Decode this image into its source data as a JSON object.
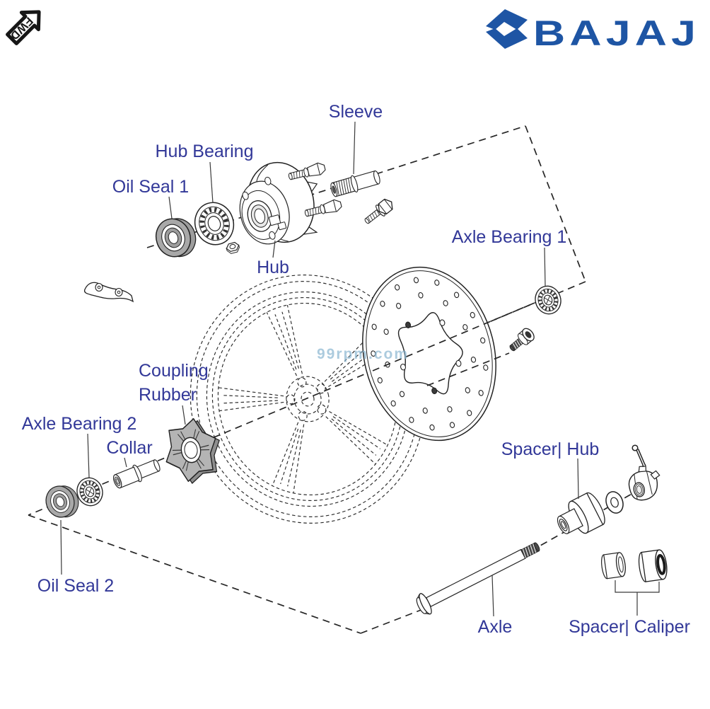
{
  "branding": {
    "fwd_badge": "FWD",
    "wordmark": "BAJAJ"
  },
  "watermark": {
    "text": "99rpm.com"
  },
  "labels": {
    "sleeve": "Sleeve",
    "hub_bearing": "Hub Bearing",
    "oil_seal_1": "Oil Seal 1",
    "hub": "Hub",
    "axle_bearing_1": "Axle Bearing 1",
    "coupling_rubber_line1": "Coupling",
    "coupling_rubber_line2": "Rubber",
    "axle_bearing_2": "Axle Bearing 2",
    "collar": "Collar",
    "oil_seal_2": "Oil Seal 2",
    "spacer_hub": "Spacer| Hub",
    "axle": "Axle",
    "spacer_caliper": "Spacer| Caliper"
  },
  "colors": {
    "label_blue": "#323898",
    "brand_blue": "#1e55a4",
    "watermark_blue": "#85b3cf",
    "line_dark": "#222222",
    "seal_gray": "#a8a8a8",
    "rubber_gray": "#b4b4b4"
  }
}
